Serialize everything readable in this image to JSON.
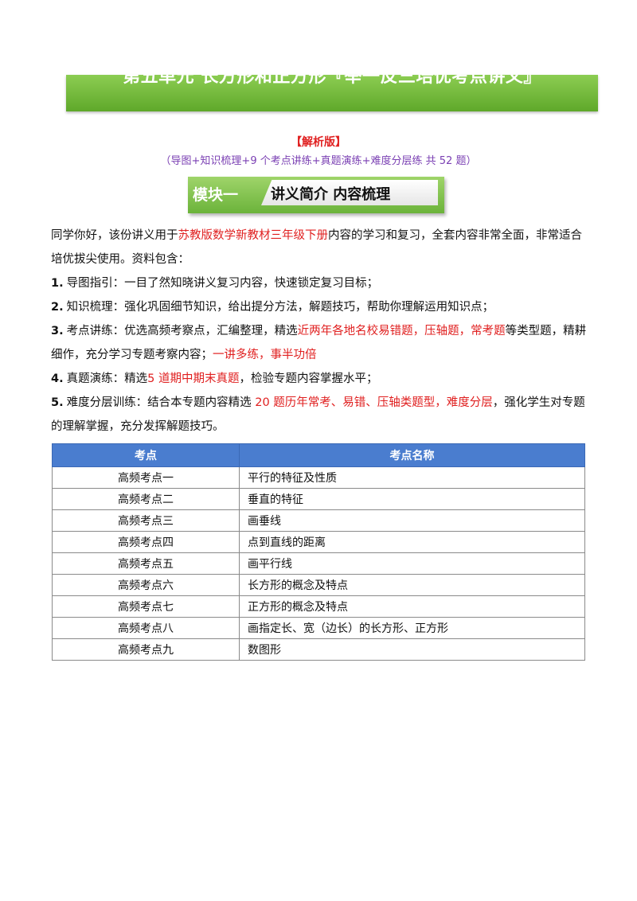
{
  "header": {
    "title": "第五单元 长方形和正方形『举一反三培优考点讲义』",
    "edition": "【解析版】",
    "subtitle": "（导图+知识梳理+9 个考点讲练+真题演练+难度分层练 共 52 题）"
  },
  "module": {
    "label": "模块一",
    "title": "讲义简介 内容梳理"
  },
  "intro": {
    "p0_a": "同学你好，该份讲义用于",
    "p0_red": "苏教版数学新教材三年级下册",
    "p0_b": "内容的学习和复习，全套内容非常全面，非常适合培优拔尖使用。资料包含：",
    "p1_num": "1.",
    "p1": "导图指引：一目了然知晓讲义复习内容，快速锁定复习目标；",
    "p2_num": "2.",
    "p2": "知识梳理：强化巩固细节知识，给出提分方法，解题技巧，帮助你理解运用知识点；",
    "p3_num": "3.",
    "p3_a": "考点讲练：优选高频考察点，汇编整理，精选",
    "p3_red1": "近两年各地名校易错题，压轴题，常考题",
    "p3_b": "等类型题，精耕细作，充分学习专题考察内容；",
    "p3_red2": "一讲多练，事半功倍",
    "p4_num": "4.",
    "p4_a": "真题演练：精选",
    "p4_red": "5 道期中期末真题",
    "p4_b": "，检验专题内容掌握水平；",
    "p5_num": "5.",
    "p5_a": "难度分层训练：结合本专题内容精选 ",
    "p5_red": "20 题历年常考、易错、压轴类题型，难度分层",
    "p5_b": "，强化学生对专题的理解掌握，充分发挥解题技巧。"
  },
  "table": {
    "headers": [
      "考点",
      "考点名称"
    ],
    "rows": [
      [
        "高频考点一",
        "平行的特征及性质"
      ],
      [
        "高频考点二",
        "垂直的特征"
      ],
      [
        "高频考点三",
        "画垂线"
      ],
      [
        "高频考点四",
        "点到直线的距离"
      ],
      [
        "高频考点五",
        "画平行线"
      ],
      [
        "高频考点六",
        "长方形的概念及特点"
      ],
      [
        "高频考点七",
        "正方形的概念及特点"
      ],
      [
        "高频考点八",
        "画指定长、宽（边长）的长方形、正方形"
      ],
      [
        "高频考点九",
        "数图形"
      ]
    ]
  },
  "colors": {
    "banner_green": "#6bb33a",
    "accent_red": "#e02020",
    "subtitle_purple": "#7a3fb3",
    "table_header_blue": "#4a7dcf"
  }
}
